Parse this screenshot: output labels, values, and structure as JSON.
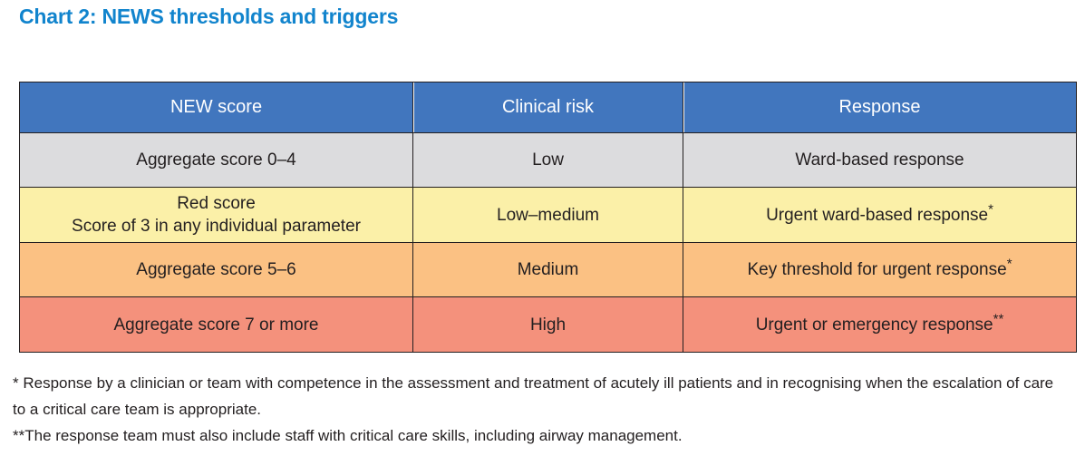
{
  "title": "Chart 2: NEWS thresholds and triggers",
  "accent_color": "#1184cd",
  "table": {
    "header": {
      "background": "#4176be",
      "text_color": "#ffffff",
      "columns": [
        {
          "label": "NEW score"
        },
        {
          "label": "Clinical risk"
        },
        {
          "label": "Response"
        }
      ]
    },
    "rows": [
      {
        "name": "low",
        "background": "#dcdcde",
        "score_line1": "Aggregate score 0–4",
        "score_line2": "",
        "risk": "Low",
        "response": "Ward-based response",
        "response_footnote": ""
      },
      {
        "name": "low-medium",
        "background": "#fbf0a8",
        "score_line1": "Red score",
        "score_line2": "Score of 3 in any individual parameter",
        "risk": "Low–medium",
        "response": "Urgent ward-based response",
        "response_footnote": "*"
      },
      {
        "name": "medium",
        "background": "#fbc183",
        "score_line1": "Aggregate score 5–6",
        "score_line2": "",
        "risk": "Medium",
        "response": "Key threshold for urgent response",
        "response_footnote": "*"
      },
      {
        "name": "high",
        "background": "#f4917c",
        "score_line1": "Aggregate score 7 or more",
        "score_line2": "",
        "risk": "High",
        "response": "Urgent or emergency response",
        "response_footnote": "**"
      }
    ]
  },
  "footnotes": [
    "* Response by a clinician or team with competence in the assessment and treatment of acutely ill patients and in recognising when the escalation of care to a critical care team is appropriate.",
    "**The response team must also include staff with critical care skills, including airway management."
  ]
}
